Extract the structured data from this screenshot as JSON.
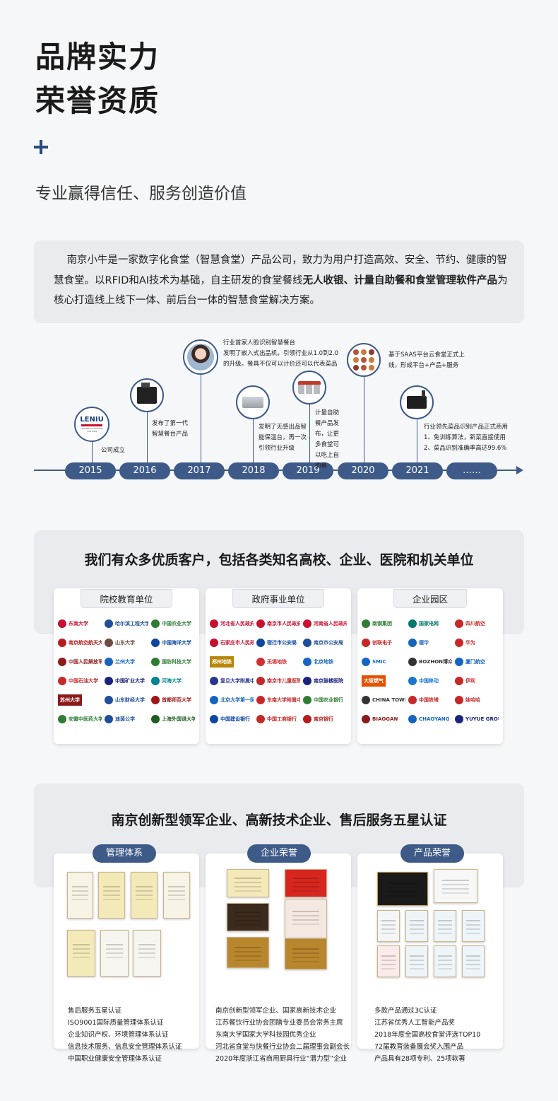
{
  "hero": {
    "title_line1": "品牌实力",
    "title_line2": "荣誉资质",
    "subtitle": "专业赢得信任、服务创造价值"
  },
  "intro": {
    "p1": "南京小牛是一家数字化食堂（智慧食堂）产品公司，致力为用户打造高效、安全、节约、健康的智慧食堂。以RFID和AI技术为基础，自主研发的食堂餐线",
    "b1": "无人收银、计量自助餐和食堂管理软件产品",
    "p2": "为核心打造线上线下一体、前后台一体的智慧食堂解决方案。"
  },
  "timeline": {
    "years": [
      "2015",
      "2016",
      "2017",
      "2018",
      "2019",
      "2020",
      "2021",
      "……"
    ],
    "logo_text": "LENIU",
    "logo_sub": "LEADER OF WISDOM CANTEEN",
    "e2015": "公司成立",
    "e2016_l1": "发布了第一代",
    "e2016_l2": "智慧餐台产品",
    "e2017_l1": "行业首家人脸识别智慧餐台",
    "e2017_l2": "发明了嵌入式出品机，引领行业从1.0到2.0",
    "e2017_l3": "的升级。餐具不仅可以计价还可以代表菜品",
    "e2018_l1": "发明了无感出品智",
    "e2018_l2": "能保温台，再一次",
    "e2018_l3": "引领行业升级",
    "e2019_l1": "计量自助",
    "e2019_l2": "餐产品发",
    "e2019_l3": "布，让更",
    "e2019_l4": "多食堂可",
    "e2019_l5": "以吃上自",
    "e2019_l6": "助餐",
    "e2020_l1": "基于SAAS平台云食堂正式上",
    "e2020_l2": "线，形成平台+产品+服务",
    "e2021_l1": "行业领先菜品识别产品正式商用",
    "e2021_l2": "1、免训练算法，新菜直接使用",
    "e2021_l3": "2、菜品识别准确率高达99.6%"
  },
  "clients": {
    "title": "我们有众多优质客户，包括各类知名高校、企业、医院和机关单位",
    "cards": [
      {
        "label": "院校教育单位",
        "logos": [
          "东南大学",
          "哈尔滨工程大学",
          "中国农业大学",
          "南京航空航天大学",
          "山东大学",
          "中国海洋大学",
          "中国人民解放军大学",
          "兰州大学",
          "国防科技大学",
          "中国石油大学",
          "中国矿业大学",
          "河海大学",
          "苏州大学",
          "山东财经大学",
          "首都师范大学",
          "安徽中医药大学",
          "迪茵公学",
          "上海外国语大学"
        ]
      },
      {
        "label": "政府事业单位",
        "logos": [
          "河北省人民政府",
          "南京市人民政府",
          "河南省人民政府",
          "石家庄市人民政府",
          "宿迁市公安局",
          "南京市公安局",
          "郑州地铁",
          "无锡地铁",
          "北京地铁",
          "复旦大学附属中山医院",
          "南京市儿童医院",
          "南京鼓楼医院",
          "北京大学第一医院",
          "东南大学附属中大医院",
          "中国农业银行",
          "中国建设银行",
          "中国工商银行",
          "南京银行"
        ]
      },
      {
        "label": "企业园区",
        "logos": [
          "南钢集团",
          "国家电网",
          "四川航空",
          "创联电子",
          "德华",
          "华为",
          "SMIC",
          "BOZHON博众",
          "厦门航空",
          "大阪燃气",
          "中国移动",
          "伊利",
          "CHINA TOWER",
          "中国铁塔",
          "娃哈哈",
          "BIAOGAN",
          "CHAOYANG",
          "YUYUE GROUP"
        ]
      }
    ]
  },
  "honors": {
    "title": "南京创新型领军企业、高新技术企业、售后服务五星认证",
    "cards": [
      {
        "tag": "管理体系",
        "items": [
          "售后服务五星认证",
          "ISO9001国际质量管理体系认证",
          "企业知识产权、环境管理体系认证",
          "信息技术服务、信息安全管理体系认证",
          "中国职业健康安全管理体系认证"
        ]
      },
      {
        "tag": "企业荣誉",
        "items": [
          "南京创新型领军企业、国家高新技术企业",
          "江苏餐饮行业协会团膳专业委员会常务主席",
          "东南大学国家大学科技园优秀企业",
          "河北省食堂与快餐行业协会二届理事会副会长",
          "2020年度浙江省商用厨具行业“潜力型”企业"
        ]
      },
      {
        "tag": "产品荣誉",
        "items": [
          "多款产品通过3C认证",
          "江苏省优秀人工智能产品奖",
          "2018年度全国高校食堂评选TOP10",
          "72届教育装备展会奖入围产品",
          "产品具有28项专利、25项软著"
        ]
      }
    ]
  },
  "colors": {
    "primary": "#3d5a88",
    "panel": "#e9ebef"
  }
}
